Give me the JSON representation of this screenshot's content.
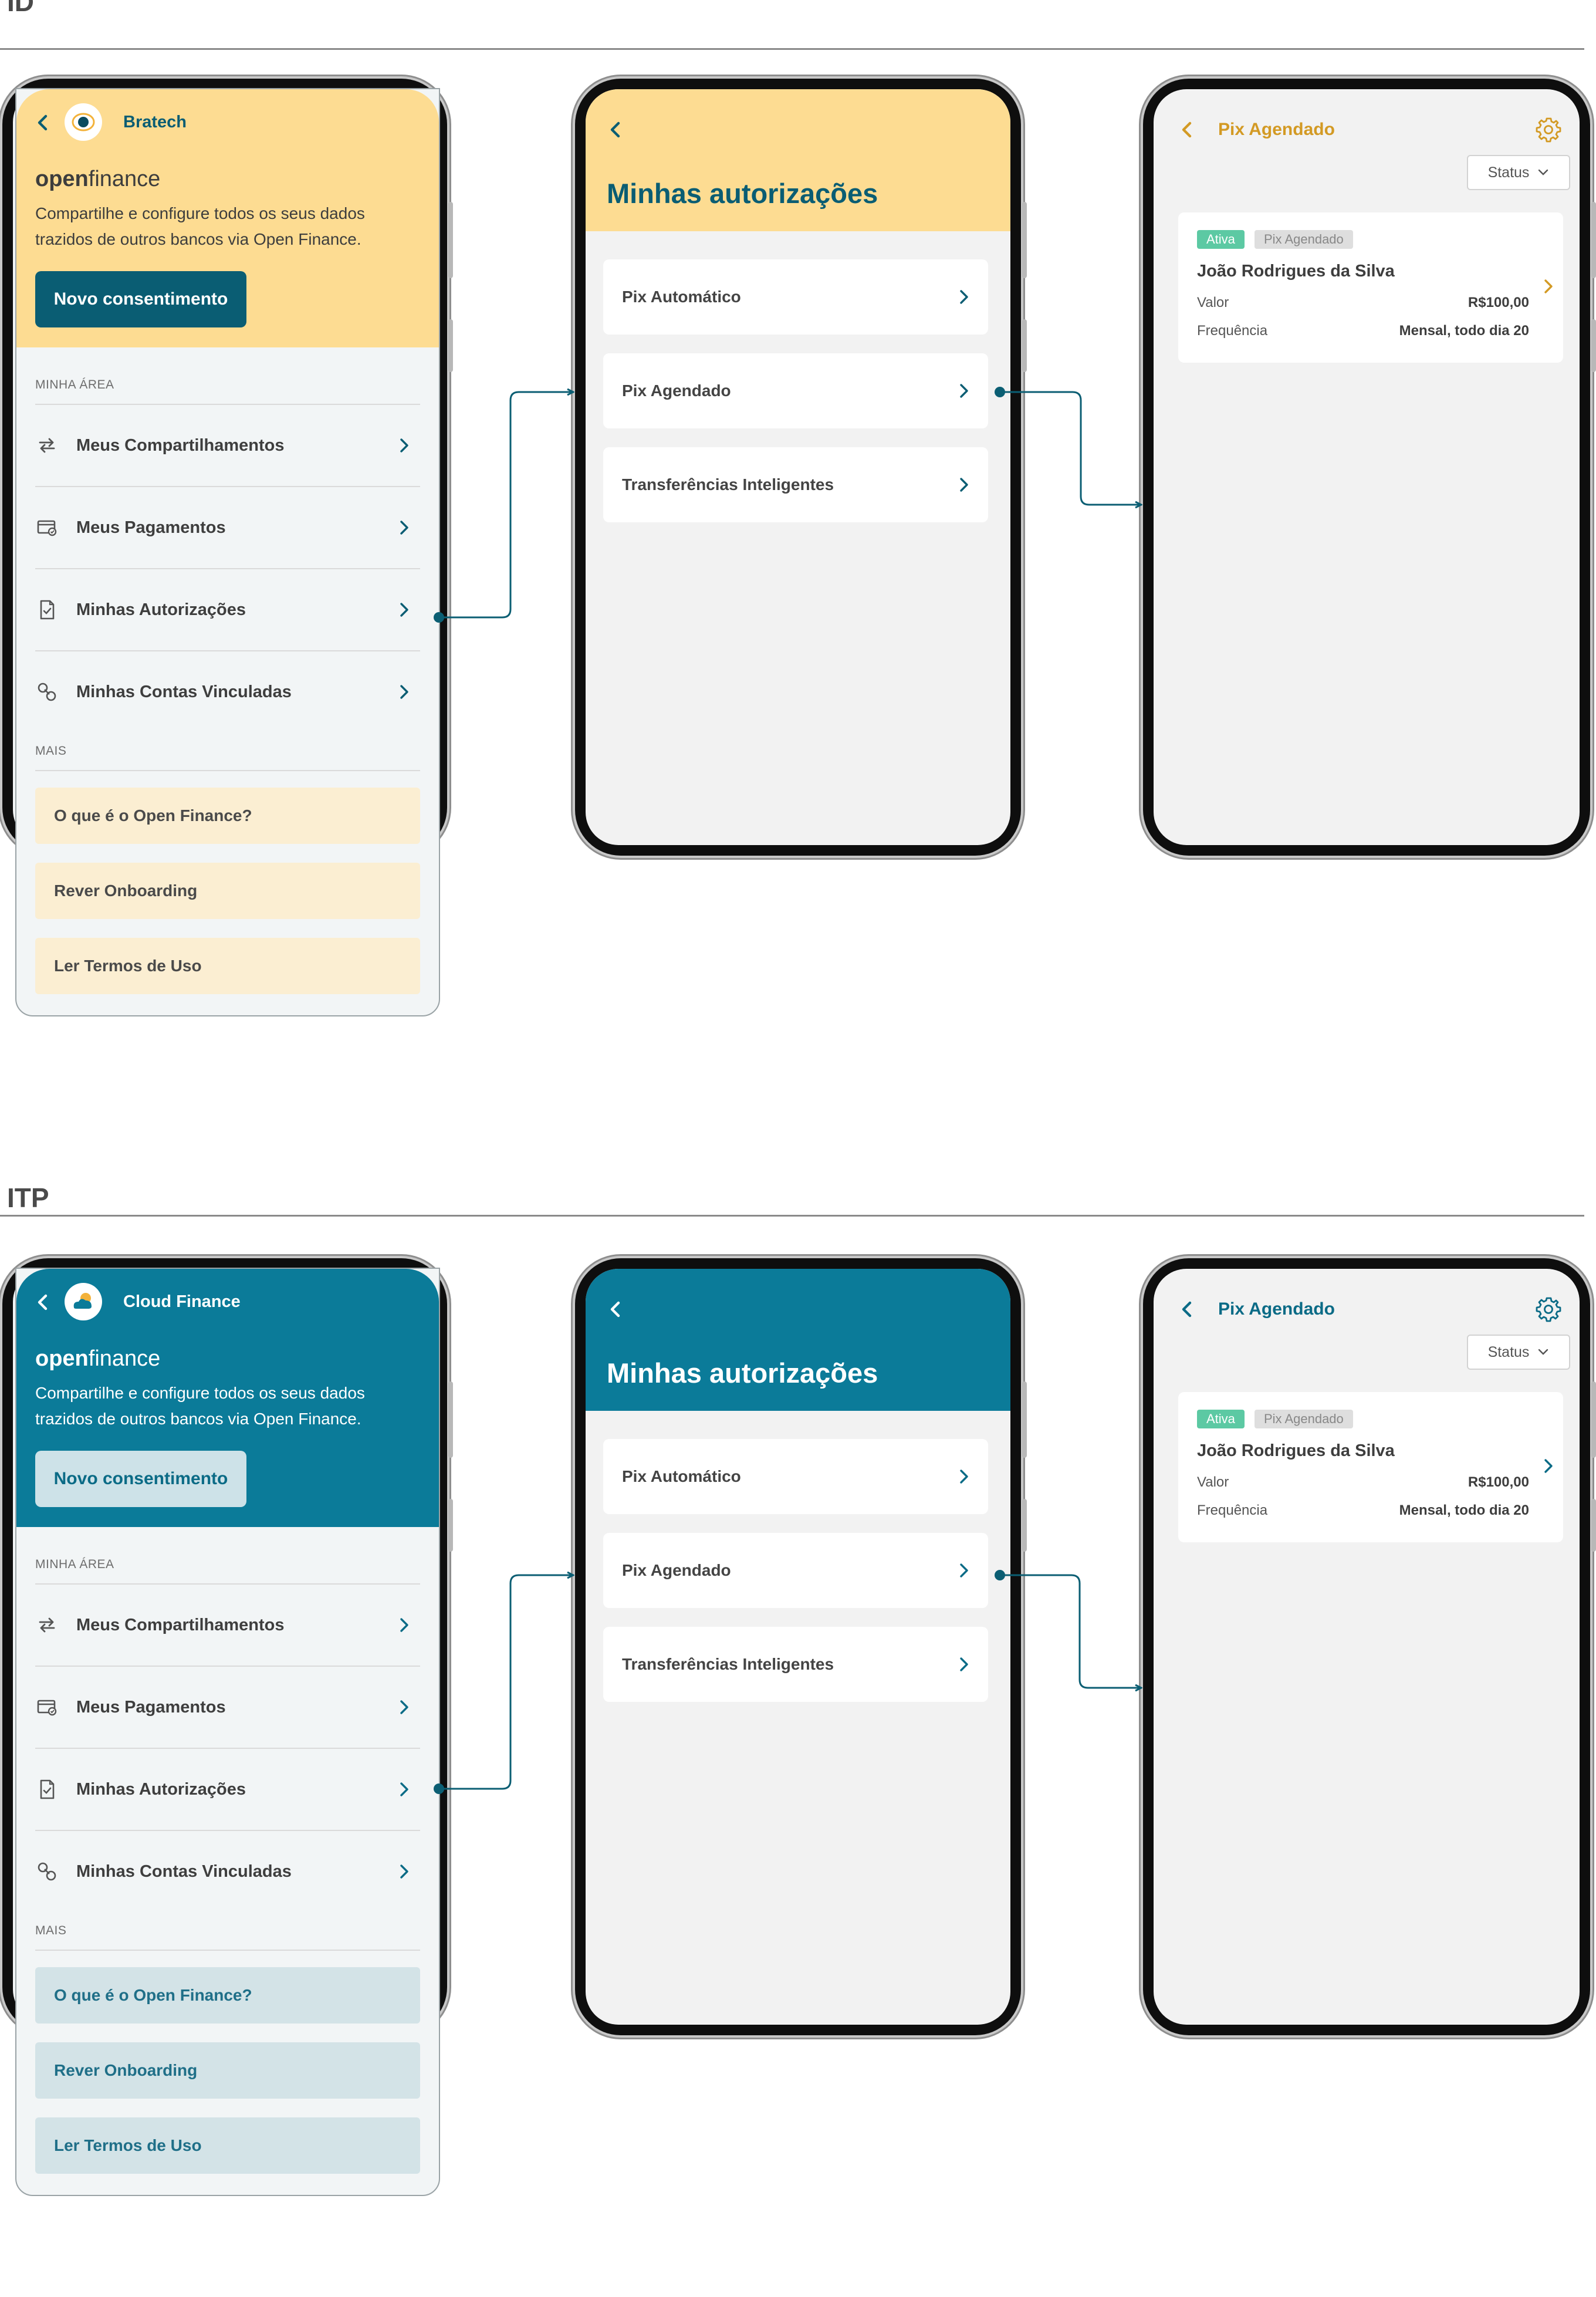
{
  "sections": [
    {
      "title": "ID",
      "theme": {
        "header_bg": "#fddc92",
        "accent": "#0a5d73",
        "screen_bg": "#f2f5f6",
        "more_btn_bg": "#fbeed2",
        "more_btn_text": "#4a4a4a",
        "btn_bg": "#0a5d73",
        "btn_text": "#ffffff",
        "header_text": "#0a5d73",
        "p3_accent": "#d39a24"
      },
      "phone1": {
        "bank_name": "Bratech",
        "logo_icon": "eye-logo-icon",
        "openfinance_bold": "open",
        "openfinance_light": "finance",
        "description": "Compartilhe e configure todos os seus dados trazidos de outros bancos via Open Finance.",
        "new_consent_button": "Novo consentimento",
        "my_area_label": "MINHA ÁREA",
        "menu": [
          {
            "label": "Meus Compartilhamentos",
            "icon": "share-arrows-icon"
          },
          {
            "label": "Meus Pagamentos",
            "icon": "payments-icon"
          },
          {
            "label": "Minhas Autorizações",
            "icon": "document-check-icon"
          },
          {
            "label": "Minhas Contas Vinculadas",
            "icon": "link-icon"
          }
        ],
        "more_label": "MAIS",
        "more_items": [
          "O que é o Open Finance?",
          "Rever Onboarding",
          "Ler Termos de Uso"
        ]
      },
      "phone2": {
        "title": "Minhas autorizações",
        "items": [
          "Pix Automático",
          "Pix Agendado",
          "Transferências Inteligentes"
        ]
      },
      "phone3": {
        "title": "Pix Agendado",
        "status_dropdown": "Status",
        "badge_active": "Ativa",
        "badge_type": "Pix Agendado",
        "name": "João Rodrigues da Silva",
        "value_label": "Valor",
        "value": "R$100,00",
        "freq_label": "Frequência",
        "freq": "Mensal, todo dia 20"
      }
    },
    {
      "title": "ITP",
      "theme": {
        "header_bg": "#0b7b99",
        "accent": "#0b6b86",
        "screen_bg": "#f2f5f6",
        "more_btn_bg": "#d3e3e7",
        "more_btn_text": "#1f6f88",
        "btn_bg": "#cde2e8",
        "btn_text": "#0b6b86",
        "header_text": "#ffffff",
        "p3_accent": "#0b6b86"
      },
      "phone1": {
        "bank_name": "Cloud Finance",
        "logo_icon": "cloud-logo-icon",
        "openfinance_bold": "open",
        "openfinance_light": "finance",
        "description": "Compartilhe e configure todos os seus dados trazidos de outros bancos via Open Finance.",
        "new_consent_button": "Novo consentimento",
        "my_area_label": "MINHA ÁREA",
        "menu": [
          {
            "label": "Meus Compartilhamentos",
            "icon": "share-arrows-icon"
          },
          {
            "label": "Meus Pagamentos",
            "icon": "payments-icon"
          },
          {
            "label": "Minhas Autorizações",
            "icon": "document-check-icon"
          },
          {
            "label": "Minhas Contas Vinculadas",
            "icon": "link-icon"
          }
        ],
        "more_label": "MAIS",
        "more_items": [
          "O que é o Open Finance?",
          "Rever Onboarding",
          "Ler Termos de Uso"
        ]
      },
      "phone2": {
        "title": "Minhas autorizações",
        "items": [
          "Pix Automático",
          "Pix Agendado",
          "Transferências Inteligentes"
        ]
      },
      "phone3": {
        "title": "Pix Agendado",
        "status_dropdown": "Status",
        "badge_active": "Ativa",
        "badge_type": "Pix Agendado",
        "name": "João Rodrigues da Silva",
        "value_label": "Valor",
        "value": "R$100,00",
        "freq_label": "Frequência",
        "freq": "Mensal, todo dia 20"
      }
    }
  ]
}
